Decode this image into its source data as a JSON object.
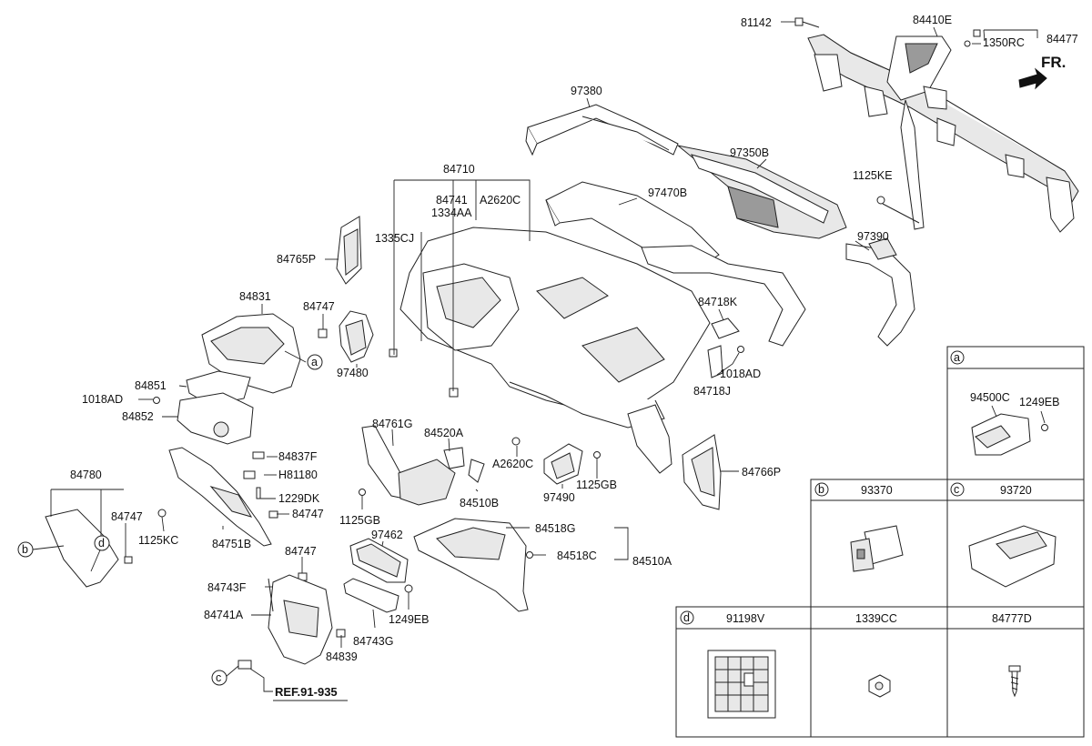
{
  "orientation_label": "FR.",
  "reference_label": "REF.91-935",
  "part_labels": {
    "81142": "81142",
    "84410E": "84410E",
    "84477": "84477",
    "1350RC": "1350RC",
    "97380": "97380",
    "97350B": "97350B",
    "1125KE": "1125KE",
    "97470B": "97470B",
    "97390": "97390",
    "84710": "84710",
    "84741": "84741",
    "1334AA": "1334AA",
    "A2620C_top": "A2620C",
    "1335CJ": "1335CJ",
    "84765P": "84765P",
    "84831": "84831",
    "84747_a": "84747",
    "84718K": "84718K",
    "97480": "97480",
    "1018AD_right": "1018AD",
    "84718J": "84718J",
    "84851": "84851",
    "1018AD_left": "1018AD",
    "84852": "84852",
    "84761G": "84761G",
    "84520A": "84520A",
    "84837F": "84837F",
    "H81180": "H81180",
    "84780": "84780",
    "1229DK": "1229DK",
    "84747_b": "84747",
    "84747_c": "84747",
    "1125KC": "1125KC",
    "84751B": "84751B",
    "A2620C_mid": "A2620C",
    "84510B": "84510B",
    "97490": "97490",
    "1125GB_right": "1125GB",
    "84766P": "84766P",
    "1125GB_left": "1125GB",
    "97462": "97462",
    "84518G": "84518G",
    "84518C": "84518C",
    "84510A": "84510A",
    "84747_d": "84747",
    "84743F": "84743F",
    "84741A": "84741A",
    "1249EB_mid": "1249EB",
    "84743G": "84743G",
    "84839": "84839"
  },
  "callouts": [
    "a",
    "b",
    "c",
    "d"
  ],
  "inset": {
    "a": {
      "letter": "a",
      "parts": [
        "94500C",
        "1249EB"
      ]
    },
    "b": {
      "letter": "b",
      "part": "93370"
    },
    "c": {
      "letter": "c",
      "part": "93720"
    },
    "d": {
      "letter": "d",
      "part": "91198V"
    },
    "e": {
      "part": "1339CC"
    },
    "f": {
      "part": "84777D"
    }
  }
}
